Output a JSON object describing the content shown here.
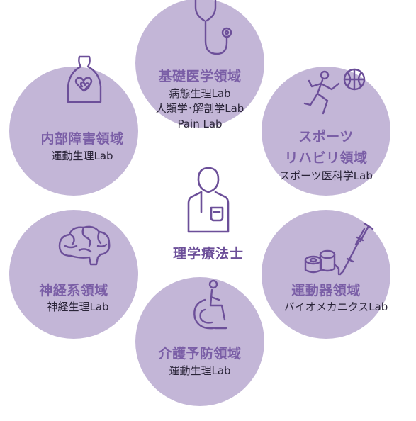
{
  "center": {
    "label": "理学療法士"
  },
  "domains": [
    {
      "title": "基礎医学領域",
      "labs": [
        "病態生理Lab",
        "人類学･解剖学Lab",
        "Pain Lab"
      ]
    },
    {
      "title_line1": "スポーツ",
      "title_line2": "リハビリ領域",
      "labs": [
        "スポーツ医科学Lab"
      ]
    },
    {
      "title": "運動器領域",
      "labs": [
        "バイオメカニクスLab"
      ]
    },
    {
      "title": "介護予防領域",
      "labs": [
        "運動生理Lab"
      ]
    },
    {
      "title": "神経系領域",
      "labs": [
        "神経生理Lab"
      ]
    },
    {
      "title": "内部障害領域",
      "labs": [
        "運動生理Lab"
      ]
    }
  ],
  "colors": {
    "circle_fill": "#b6a6ce",
    "title_text": "#7a5ea6",
    "icon_stroke": "#6c4f99",
    "body_text": "#2a2438"
  },
  "icons": [
    "stethoscope-icon",
    "runner-basketball-icon",
    "crutch-bandage-icon",
    "wheelchair-icon",
    "brain-icon",
    "heart-torso-icon",
    "therapist-icon"
  ]
}
